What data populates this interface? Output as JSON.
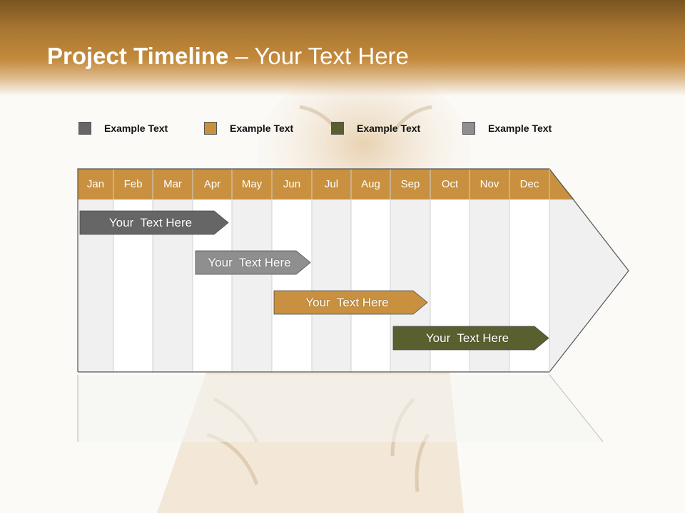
{
  "title": {
    "bold": "Project Timeline",
    "rest": " – Your Text Here"
  },
  "legend": [
    {
      "label": "Example Text",
      "color": "#666666"
    },
    {
      "label": "Example Text",
      "color": "#c9913f"
    },
    {
      "label": "Example Text",
      "color": "#5a5f2f"
    },
    {
      "label": "Example Text",
      "color": "#8f8f8f"
    }
  ],
  "months": [
    "Jan",
    "Feb",
    "Mar",
    "Apr",
    "May",
    "Jun",
    "Jul",
    "Aug",
    "Sep",
    "Oct",
    "Nov",
    "Dec"
  ],
  "tasks": [
    {
      "label": "Your  Text Here",
      "color": "#666666",
      "start": "Jan",
      "end": "Apr"
    },
    {
      "label": "Your  Text Here",
      "color": "#8f8f8f",
      "start": "Apr",
      "end": "Jun"
    },
    {
      "label": "Your  Text Here",
      "color": "#c9913f",
      "start": "Jun",
      "end": "Sep"
    },
    {
      "label": "Your  Text Here",
      "color": "#5a5f2f",
      "start": "Sep",
      "end": "Dec"
    }
  ],
  "colors": {
    "header": "#c48a3c",
    "month_bar": "#c9913f",
    "shade": "#f0f0f0"
  }
}
